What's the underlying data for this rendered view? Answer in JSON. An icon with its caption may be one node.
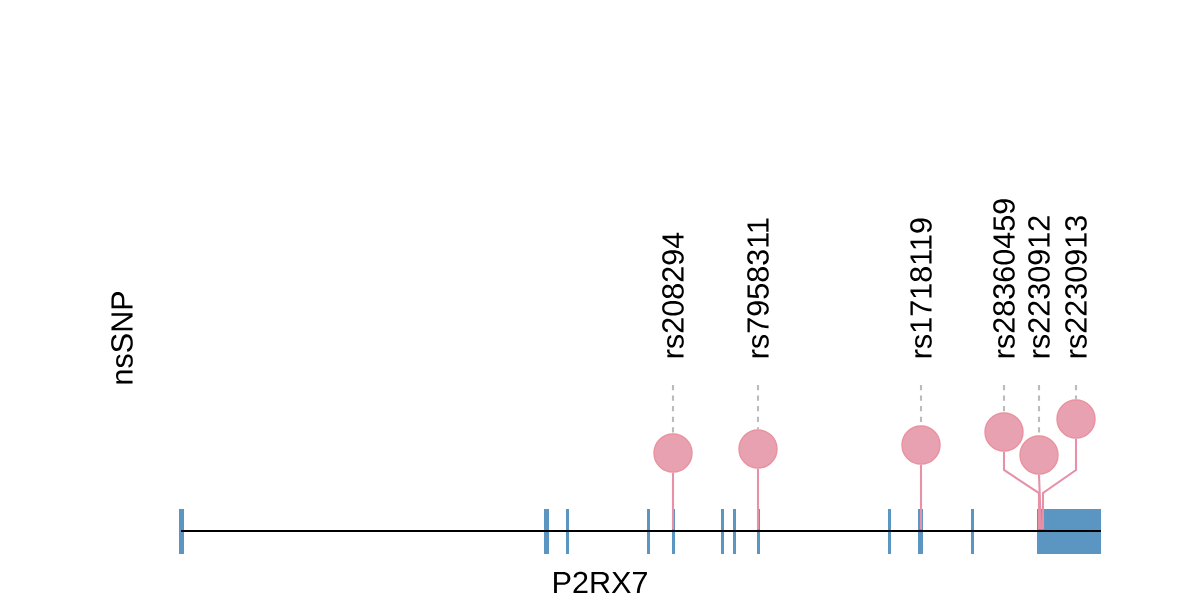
{
  "diagram": {
    "nodes": [
      {
        "text": [
          "rs208294"
        ]
      },
      {
        "text": [
          "rs7958311"
        ]
      },
      {
        "text": [
          "rs1718119"
        ]
      },
      {
        "text": [
          "rs28360459"
        ]
      },
      {
        "text": [
          "rs2230912"
        ]
      },
      {
        "text": [
          "rs2230913"
        ]
      },
      {
        "text": [],
        "shape": "circle"
      },
      {
        "text": [],
        "shape": "circle"
      },
      {
        "text": [],
        "shape": "circle"
      },
      {
        "text": [],
        "shape": "circle"
      },
      {
        "text": [],
        "shape": "circle"
      },
      {
        "text": [],
        "shape": "circle"
      },
      {
        "text": [],
        "shape": "bar",
        "beside": [
          "P2RX7"
        ]
      }
    ],
    "edges": [
      {
        "from": 0,
        "to": 6,
        "arrow": "none",
        "style": "dashed",
        "color": "#bbbbbb"
      },
      {
        "from": 1,
        "to": 7,
        "arrow": "none",
        "style": "dashed",
        "color": "#bbbbbb"
      },
      {
        "from": 2,
        "to": 8,
        "arrow": "none",
        "style": "dashed",
        "color": "#bbbbbb"
      },
      {
        "from": 3,
        "to": 9,
        "arrow": "none",
        "style": "dashed",
        "color": "#bbbbbb"
      },
      {
        "from": 4,
        "to": 10,
        "arrow": "none",
        "style": "dashed",
        "color": "#bbbbbb"
      },
      {
        "from": 5,
        "to": 11,
        "arrow": "none",
        "style": "dashed",
        "color": "#bbbbbb"
      },
      {
        "from": 6,
        "to": 12,
        "arrow": "none",
        "color": "#e691a8"
      },
      {
        "from": 7,
        "to": 12,
        "arrow": "none",
        "color": "#e691a8"
      },
      {
        "from": 8,
        "to": 12,
        "arrow": "none",
        "color": "#e691a8"
      },
      {
        "from": 9,
        "to": 12,
        "arrow": "none",
        "color": "#e691a8"
      },
      {
        "from": 10,
        "to": 12,
        "arrow": "none",
        "color": "#e691a8"
      },
      {
        "from": 11,
        "to": 12,
        "arrow": "none",
        "color": "#e691a8"
      }
    ],
    "labels": [
      "nsSNP"
    ]
  }
}
